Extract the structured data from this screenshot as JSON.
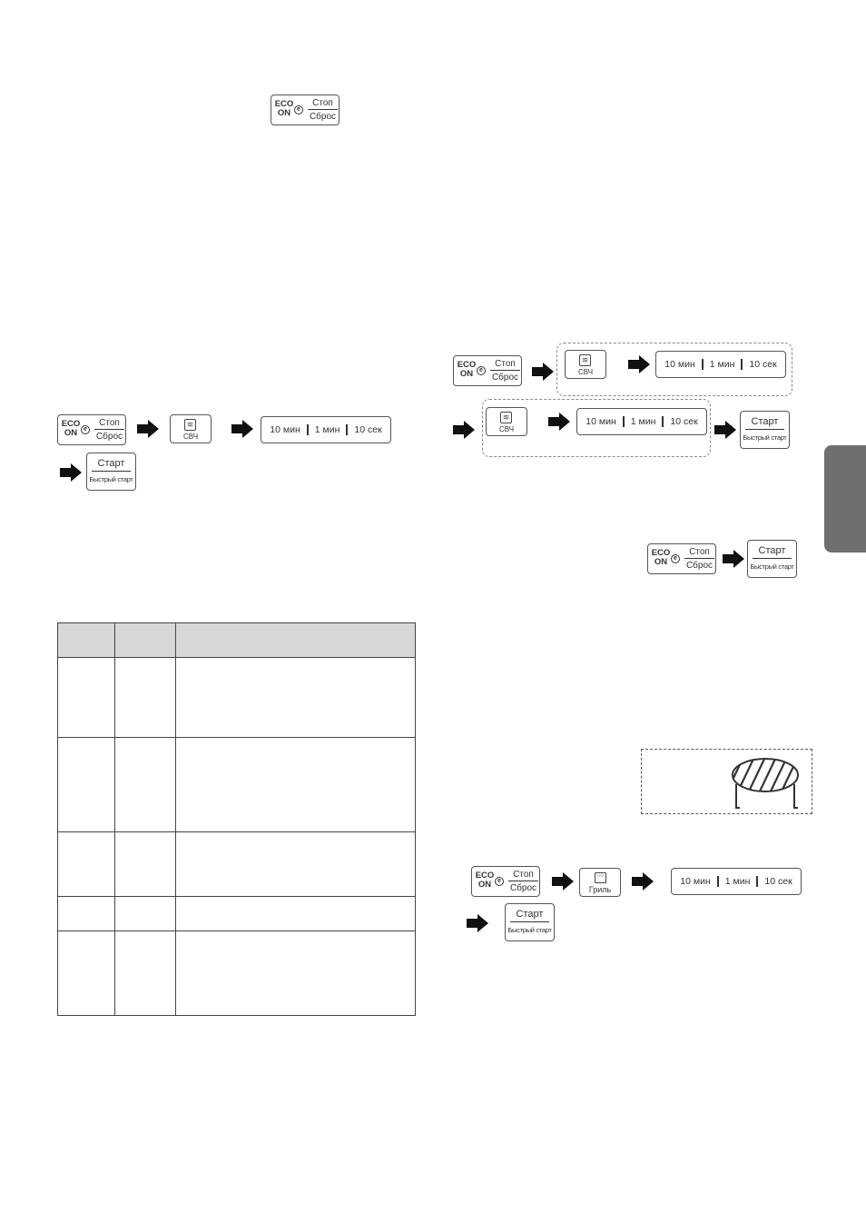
{
  "buttons": {
    "eco_top": "ECO",
    "eco_bottom": "ON",
    "eco_glyph": "e",
    "stop": "Стоп",
    "reset": "Сброс",
    "microwave": "СВЧ",
    "grill": "Гриль",
    "start": "Старт",
    "quick_start": "Быстрый старт"
  },
  "time": {
    "ten_min": "10 мин",
    "one_min": "1 мин",
    "ten_sec": "10 сек"
  },
  "icons": {
    "arrow": "arrow-right-icon",
    "microwave": "microwave-waves-icon",
    "grill": "grill-heater-icon",
    "rack": "grill-rack-icon"
  },
  "colors": {
    "side_tab": "#6f6f71",
    "table_header": "#d6d7d9"
  }
}
